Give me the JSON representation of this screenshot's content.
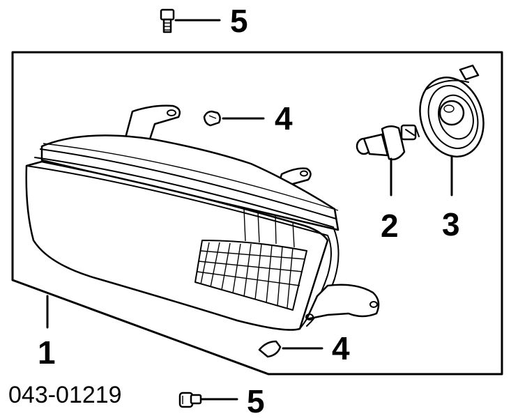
{
  "diagram": {
    "part_number": "043-01219",
    "callouts": [
      {
        "id": "bolt-top",
        "label": "5"
      },
      {
        "id": "clip-top",
        "label": "4"
      },
      {
        "id": "bulb",
        "label": "2"
      },
      {
        "id": "socket",
        "label": "3"
      },
      {
        "id": "housing",
        "label": "1"
      },
      {
        "id": "clip-bottom",
        "label": "4"
      },
      {
        "id": "bolt-bottom",
        "label": "5"
      }
    ]
  }
}
